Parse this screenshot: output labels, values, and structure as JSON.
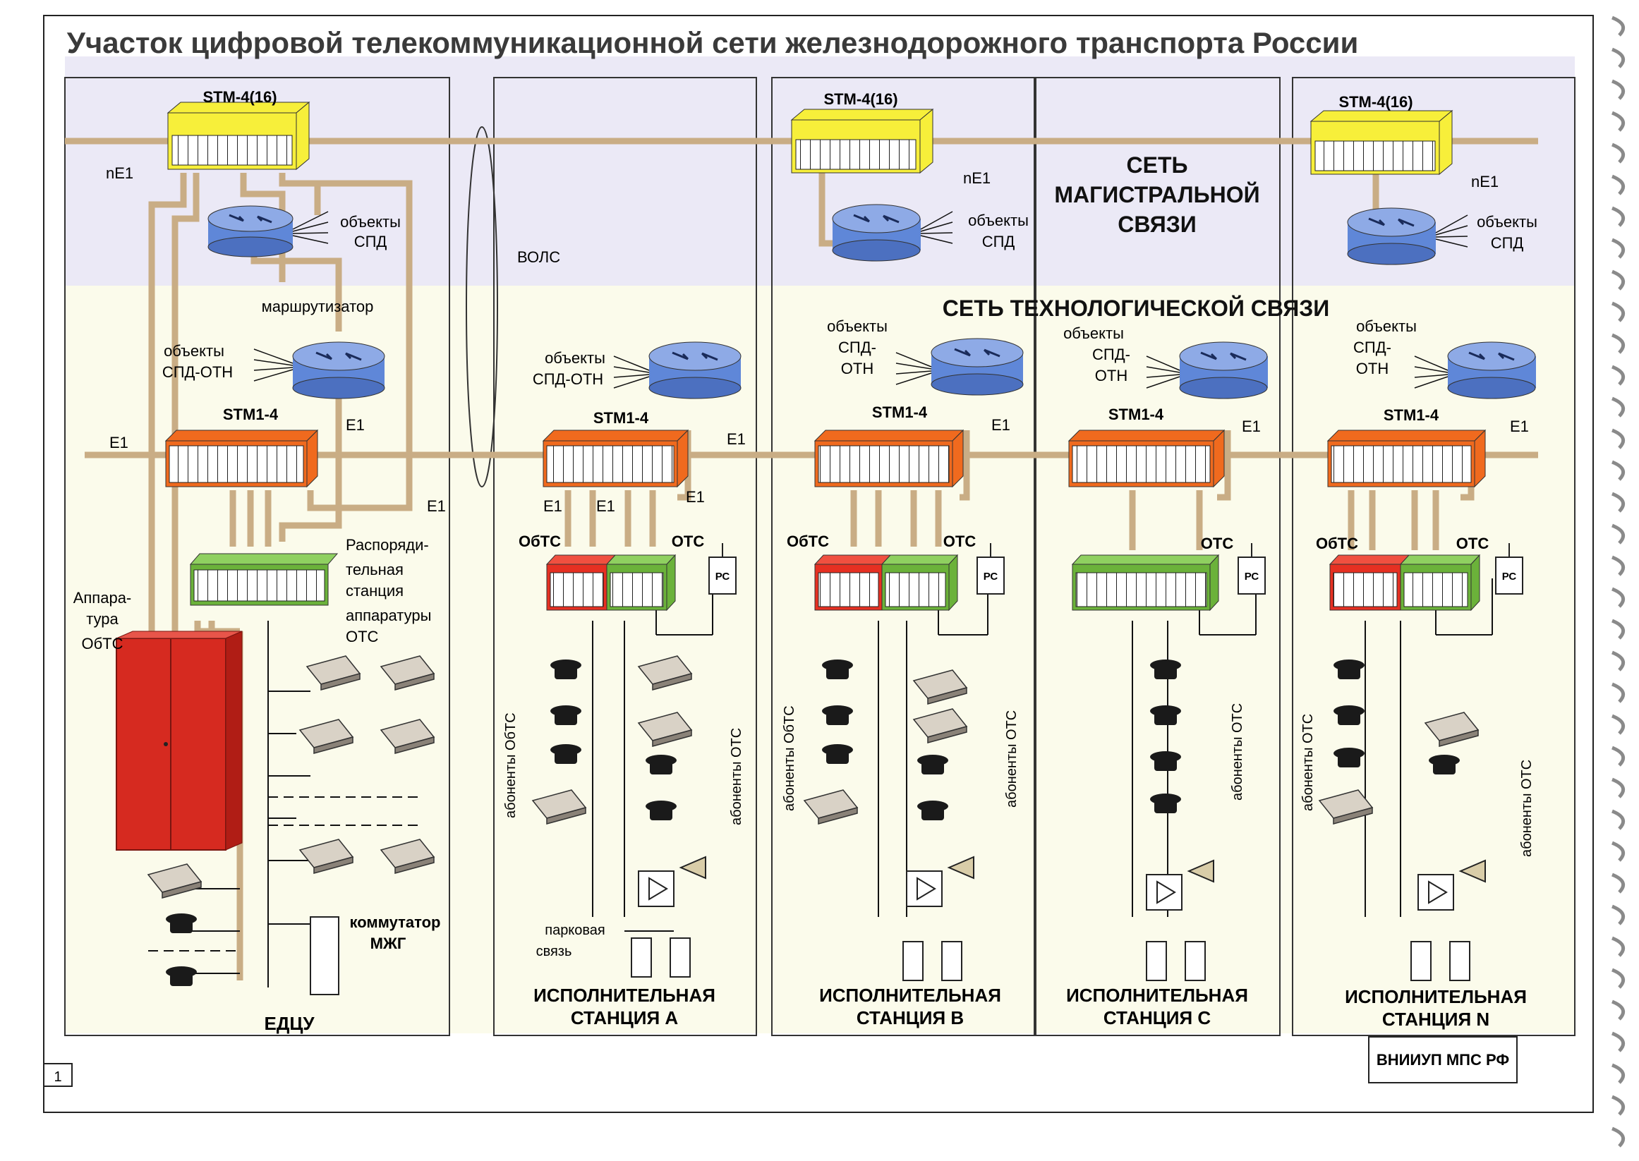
{
  "title": "Участок цифровой телекоммуникационной сети железнодорожного транспорта России",
  "page_number": "1",
  "footer_org": "ВНИИУП МПС РФ",
  "zones": {
    "backbone": [
      "СЕТЬ",
      "МАГИСТРАЛЬНОЙ",
      "СВЯЗИ"
    ],
    "technological": "СЕТЬ ТЕХНОЛОГИЧЕСКОЙ  СВЯЗИ"
  },
  "labels": {
    "stm416": "STM-4(16)",
    "stm14": "STM1-4",
    "ne1": "nE1",
    "e1": "E1",
    "spd_objects": [
      "объекты",
      "СПД"
    ],
    "spd_otn_objects": [
      "объекты",
      "СПД-ОТН"
    ],
    "spd_otn_objects3": [
      "объекты",
      "СПД-",
      "ОТН"
    ],
    "router": "маршрутизатор",
    "vols": "ВОЛС",
    "dispatch_station": [
      "Распоряди-",
      "тельная",
      "станция",
      "аппаратуры",
      "ОТС"
    ],
    "obts_equipment": [
      "Аппара-",
      "тура",
      "ОбТС"
    ],
    "switch_mzhg": [
      "коммутатор",
      "МЖГ"
    ],
    "obts": "ОбТС",
    "ots": "ОТС",
    "rs": "РС",
    "subs_obts": "абоненты ОбТС",
    "subs_ots": "абоненты ОТС",
    "park_comm": [
      "парковая",
      "связь"
    ]
  },
  "stations": {
    "edcu": "ЕДЦУ",
    "a": [
      "ИСПОЛНИТЕЛЬНАЯ",
      "СТАНЦИЯ А"
    ],
    "b": [
      "ИСПОЛНИТЕЛЬНАЯ",
      "СТАНЦИЯ В"
    ],
    "c": [
      "ИСПОЛНИТЕЛЬНАЯ",
      "СТАНЦИЯ С"
    ],
    "n": [
      "ИСПОЛНИТЕЛЬНАЯ",
      "СТАНЦИЯ N"
    ]
  },
  "colors": {
    "cable": "#c9ad85",
    "stm416_fill": "#f7ef3a",
    "stm14_fill": "#f06a1e",
    "router_fill": "#5f87d8",
    "ots_fill": "#6bb23a",
    "obts_fill": "#e63022",
    "cabinet_fill": "#d62a20",
    "backbone_bg": "#ebe9f6",
    "tech_bg": "#fbfbeb"
  }
}
